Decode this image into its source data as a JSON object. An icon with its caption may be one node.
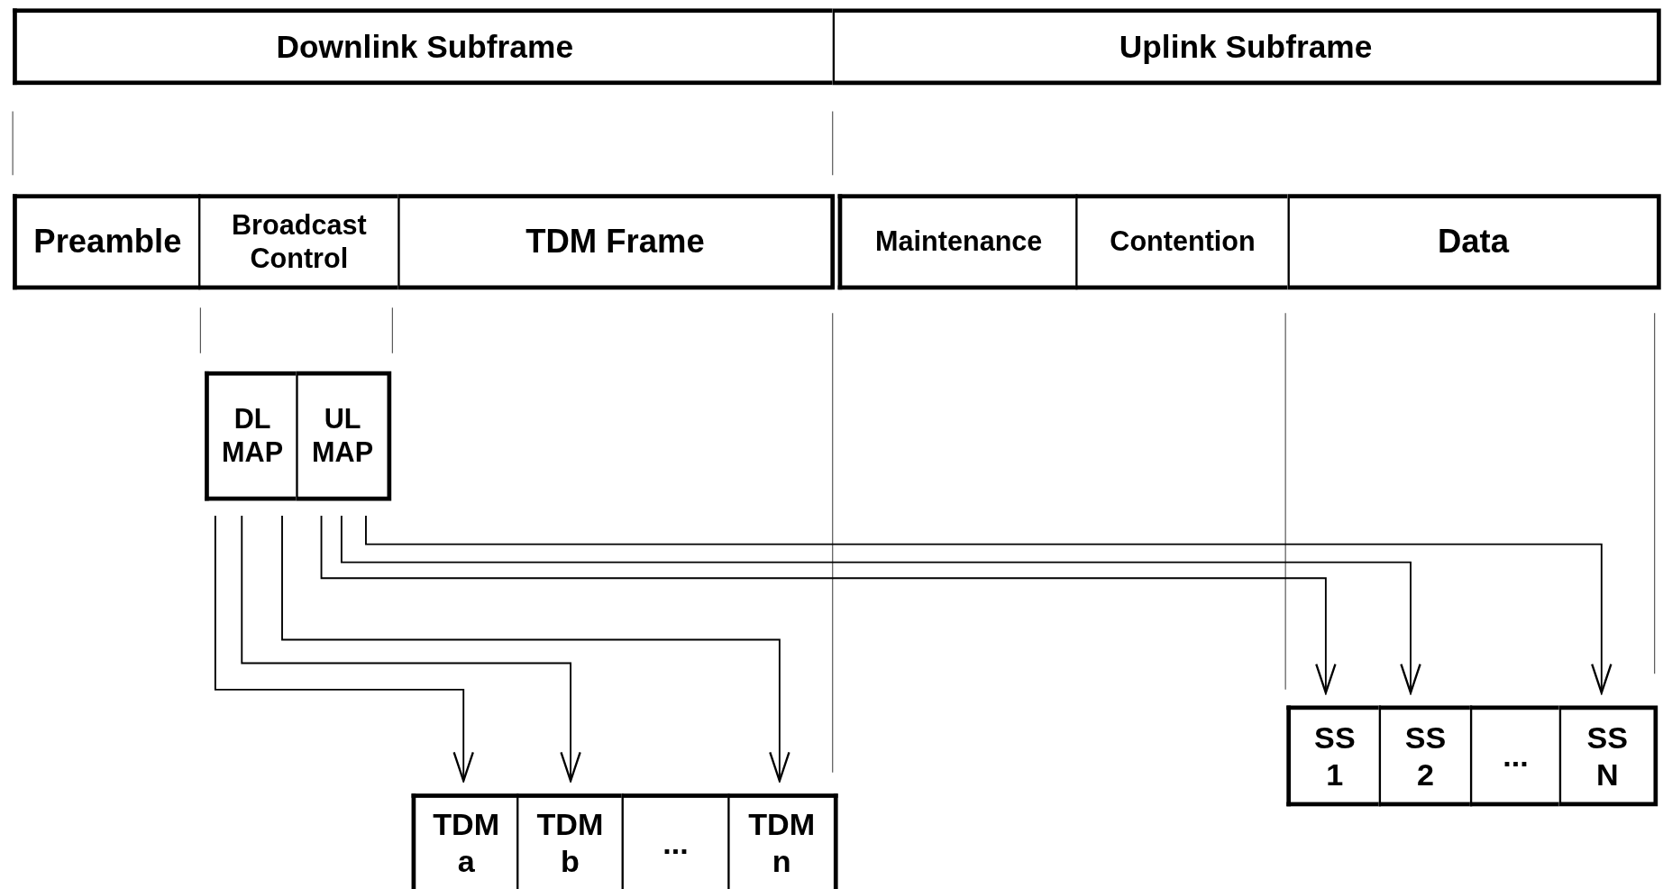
{
  "diagram": {
    "nodes": [
      {
        "text": [
          "Downlink Subframe"
        ]
      },
      {
        "text": [
          "Uplink Subframe"
        ]
      },
      {
        "text": [
          "Preamble"
        ]
      },
      {
        "text": [
          "Broadcast Control"
        ]
      },
      {
        "text": [
          "TDM Frame"
        ]
      },
      {
        "text": [
          "Maintenance"
        ]
      },
      {
        "text": [
          "Contention"
        ]
      },
      {
        "text": [
          "Data"
        ]
      },
      {
        "text": [
          "DL MAP"
        ]
      },
      {
        "text": [
          "UL MAP"
        ]
      },
      {
        "text": [
          "TDM a"
        ]
      },
      {
        "text": [
          "TDM b"
        ]
      },
      {
        "text": [
          "..."
        ]
      },
      {
        "text": [
          "TDM n"
        ]
      },
      {
        "text": [
          "SS 1"
        ]
      },
      {
        "text": [
          "SS 2"
        ]
      },
      {
        "text": [
          "..."
        ]
      },
      {
        "text": [
          "SS N"
        ]
      }
    ],
    "edges": [
      {
        "from": 8,
        "to": 10,
        "arrow": "to"
      },
      {
        "from": 8,
        "to": 11,
        "arrow": "to"
      },
      {
        "from": 8,
        "to": 13,
        "arrow": "to"
      },
      {
        "from": 9,
        "to": 14,
        "arrow": "to"
      },
      {
        "from": 9,
        "to": 15,
        "arrow": "to"
      },
      {
        "from": 9,
        "to": 17,
        "arrow": "to"
      }
    ]
  }
}
